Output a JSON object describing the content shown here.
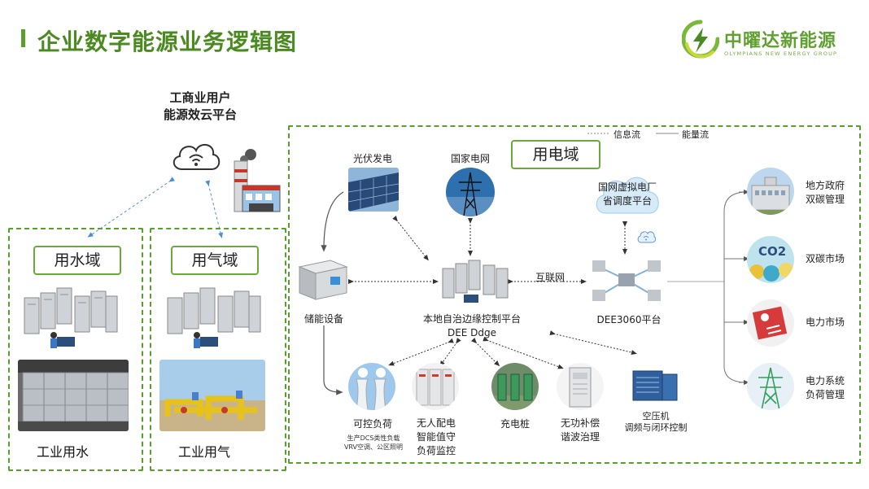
{
  "header": {
    "title": "企业数字能源业务逻辑图",
    "logo_cn": "中曜达新能源",
    "logo_en": "OLYMPIANS NEW ENERGY GROUP"
  },
  "cloud_platform": {
    "line1": "工商业用户",
    "line2": "能源效云平台"
  },
  "water_domain": {
    "label": "用水域",
    "caption": "工业用水"
  },
  "gas_domain": {
    "label": "用气域",
    "caption": "工业用气"
  },
  "power_domain": {
    "label": "用电域",
    "legend_info": "信息流",
    "legend_energy": "能量流",
    "nodes": {
      "pv": "光伏发电",
      "grid": "国家电网",
      "vpp_line1": "国网虚拟电厂",
      "vpp_line2": "省调度平台",
      "storage": "储能设备",
      "internet": "互联网",
      "edge_line1": "本地自治边缘控制平台",
      "edge_line2": "DEE Ddge",
      "dee3060": "DEE3060平台",
      "load": "可控负荷",
      "load_note1": "生产DCS类性负载",
      "load_note2": "VRV空调、公区照明",
      "distribution_line1": "无人配电",
      "distribution_line2": "智能值守",
      "distribution_line3": "负荷监控",
      "charging": "充电桩",
      "reactive_line1": "无功补偿",
      "reactive_line2": "谐波治理",
      "compressor_line1": "空压机",
      "compressor_line2": "调频与闭环控制"
    },
    "side": {
      "gov_line1": "地方政府",
      "gov_line2": "双碳管理",
      "carbon": "双碳市场",
      "co2": "CO2",
      "power_market": "电力市场",
      "system_line1": "电力系统",
      "system_line2": "负荷管理"
    }
  },
  "colors": {
    "accent_green": "#5a9e2e",
    "title_green": "#4a8a20",
    "arrow_blue": "#4a8ed6",
    "flow_gray": "#555555"
  }
}
